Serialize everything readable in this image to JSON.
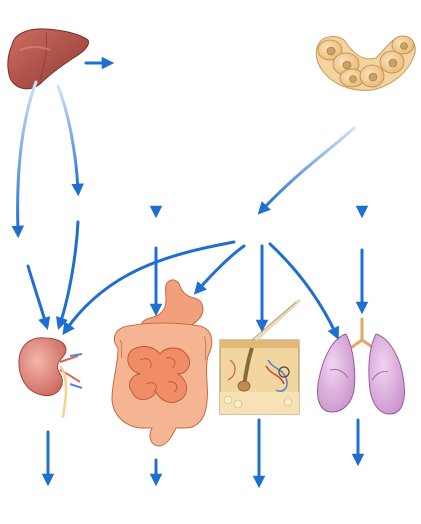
{
  "organs": [
    {
      "name": "liver",
      "icon": "liver-icon"
    },
    {
      "name": "cells",
      "icon": "cells-icon"
    },
    {
      "name": "kidney",
      "icon": "kidney-icon"
    },
    {
      "name": "digestive-tract",
      "icon": "intestines-icon"
    },
    {
      "name": "skin",
      "icon": "skin-icon"
    },
    {
      "name": "lungs",
      "icon": "lungs-icon"
    }
  ],
  "colors": {
    "arrow": "#1f6fd1",
    "arrow_light": "#cfe2f8",
    "liver": "#b5534a",
    "cells": "#f2c98f",
    "kidney": "#e3877f",
    "intestine": "#f0a17a",
    "skin": "#e8c78c",
    "lung": "#d9a6d9"
  }
}
